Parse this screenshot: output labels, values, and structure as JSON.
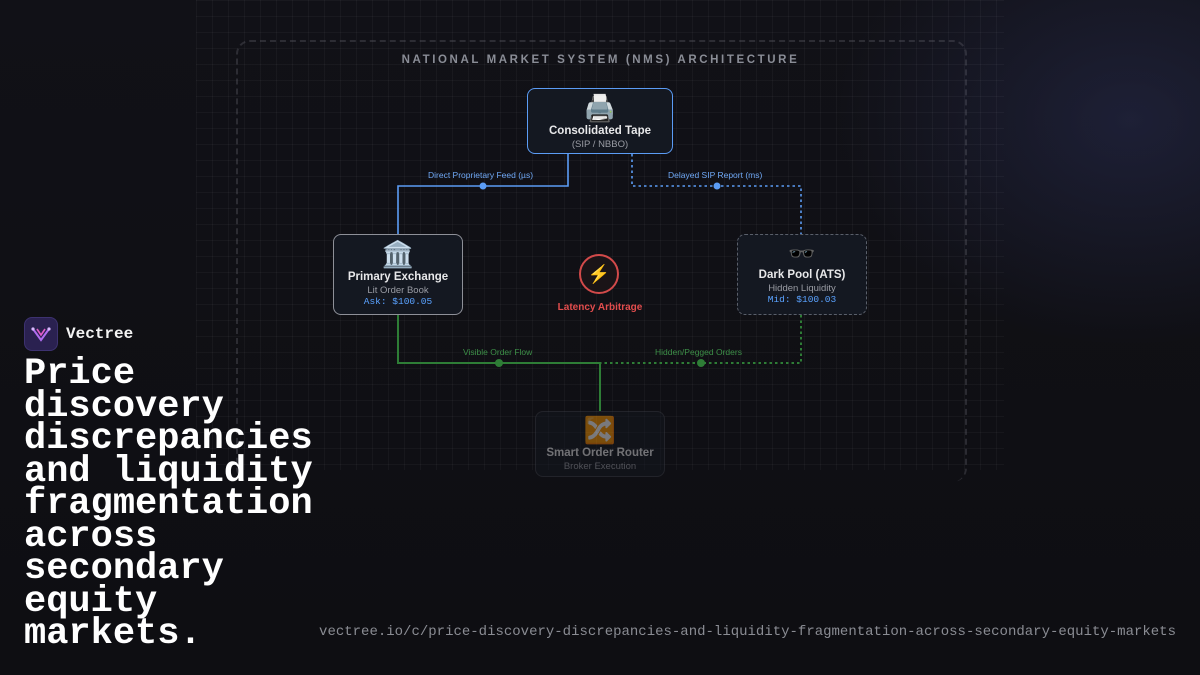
{
  "diagram": {
    "title": "NATIONAL MARKET SYSTEM (NMS) ARCHITECTURE",
    "nodes": {
      "tape": {
        "icon": "🖨️",
        "title": "Consolidated Tape",
        "subtitle": "(SIP / NBBO)"
      },
      "primary": {
        "icon": "🏛️",
        "title": "Primary Exchange",
        "subtitle": "Lit Order Book",
        "price": "Ask: $100.05"
      },
      "darkpool": {
        "icon": "🕶️",
        "title": "Dark Pool (ATS)",
        "subtitle": "Hidden Liquidity",
        "price": "Mid: $100.03"
      },
      "router": {
        "icon": "🔀",
        "title": "Smart Order Router",
        "subtitle": "Broker Execution"
      }
    },
    "arbitrage": {
      "icon": "⚡",
      "label": "Latency Arbitrage"
    },
    "edges": {
      "direct_feed": "Direct Proprietary Feed (µs)",
      "delayed_sip": "Delayed SIP Report (ms)",
      "visible_flow": "Visible Order Flow",
      "hidden_orders": "Hidden/Pegged Orders"
    },
    "colors": {
      "blue": "#5b9cf5",
      "green": "#2e7d36",
      "red": "#d24a4a"
    }
  },
  "brand": {
    "name": "Vectree",
    "logo_icon": "vectree-logo-icon"
  },
  "headline": "Price discovery discrepancies and liquidity fragmentation across secondary equity markets.",
  "url": "vectree.io/c/price-discovery-discrepancies-and-liquidity-fragmentation-across-secondary-equity-markets"
}
